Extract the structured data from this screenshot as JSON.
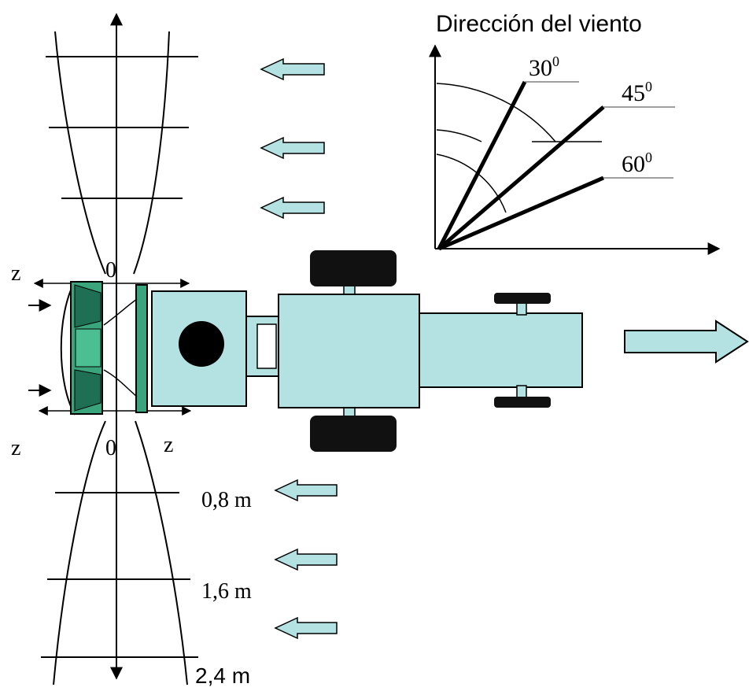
{
  "wind": {
    "title": "Dirección del viento",
    "angles": [
      {
        "value": "30",
        "sup": "0"
      },
      {
        "value": "45",
        "sup": "0"
      },
      {
        "value": "60",
        "sup": "0"
      }
    ]
  },
  "spray": {
    "z_labels": [
      "z",
      "z",
      "z"
    ],
    "zero_labels": [
      "0",
      "0"
    ],
    "distances": [
      "0,8 m",
      "1,6 m",
      "2,4 m"
    ]
  },
  "colors": {
    "tractor_fill": "#b4e1e1",
    "fan_green": "#3aa57d",
    "tires": "#111111",
    "line": "#000000",
    "angle_line": "#808080"
  }
}
